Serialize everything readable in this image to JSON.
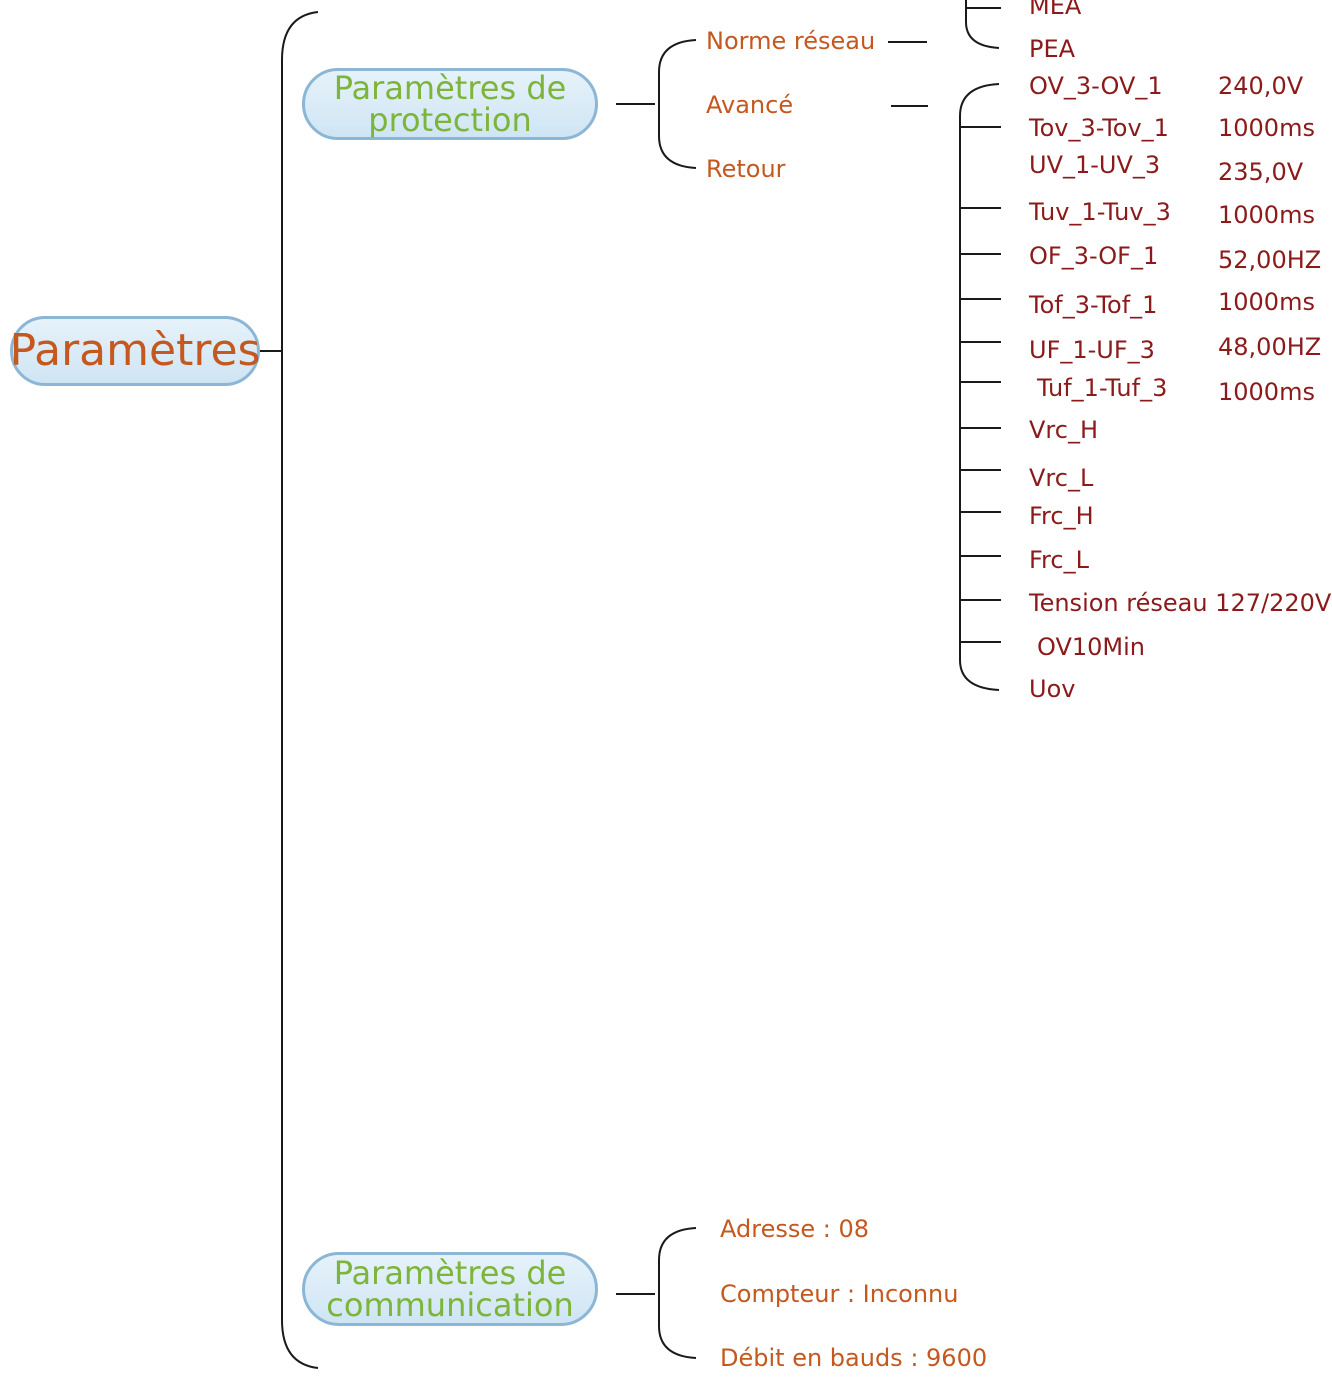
{
  "root": {
    "label": "Paramètres"
  },
  "protection": {
    "label_line1": "Paramètres de",
    "label_line2": "protection",
    "items": [
      "Norme réseau",
      "Avancé",
      "Retour"
    ],
    "grid_standards": [
      "MEA",
      "PEA"
    ],
    "advanced": [
      {
        "name": "OV_3-OV_1",
        "value": "240,0V"
      },
      {
        "name": "Tov_3-Tov_1",
        "value": "1000ms"
      },
      {
        "name": "UV_1-UV_3",
        "value": "235,0V"
      },
      {
        "name": "Tuv_1-Tuv_3",
        "value": "1000ms"
      },
      {
        "name": "OF_3-OF_1",
        "value": "52,00HZ"
      },
      {
        "name": "Tof_3-Tof_1",
        "value": "1000ms"
      },
      {
        "name": "UF_1-UF_3",
        "value": "48,00HZ"
      },
      {
        "name": "Tuf_1-Tuf_3",
        "value": "1000ms"
      },
      {
        "name": "Vrc_H",
        "value": ""
      },
      {
        "name": "Vrc_L",
        "value": ""
      },
      {
        "name": "Frc_H",
        "value": ""
      },
      {
        "name": "Frc_L",
        "value": ""
      },
      {
        "name": "Tension réseau 127/220V",
        "value": ""
      },
      {
        "name": "OV10Min",
        "value": ""
      },
      {
        "name": "Uov",
        "value": ""
      }
    ]
  },
  "communication": {
    "label_line1": "Paramètres de",
    "label_line2": "communication",
    "items": [
      "Adresse : 08",
      "Compteur : Inconnu",
      "Débit en bauds : 9600"
    ]
  },
  "colors": {
    "root_text": "#c4581f",
    "node_text": "#7cb53a",
    "item_text": "#c4581f",
    "value_text": "#8b1b1b",
    "node_fill": "#d8eaf6",
    "node_border": "#8cb6d6",
    "line": "#1a1a1a"
  }
}
